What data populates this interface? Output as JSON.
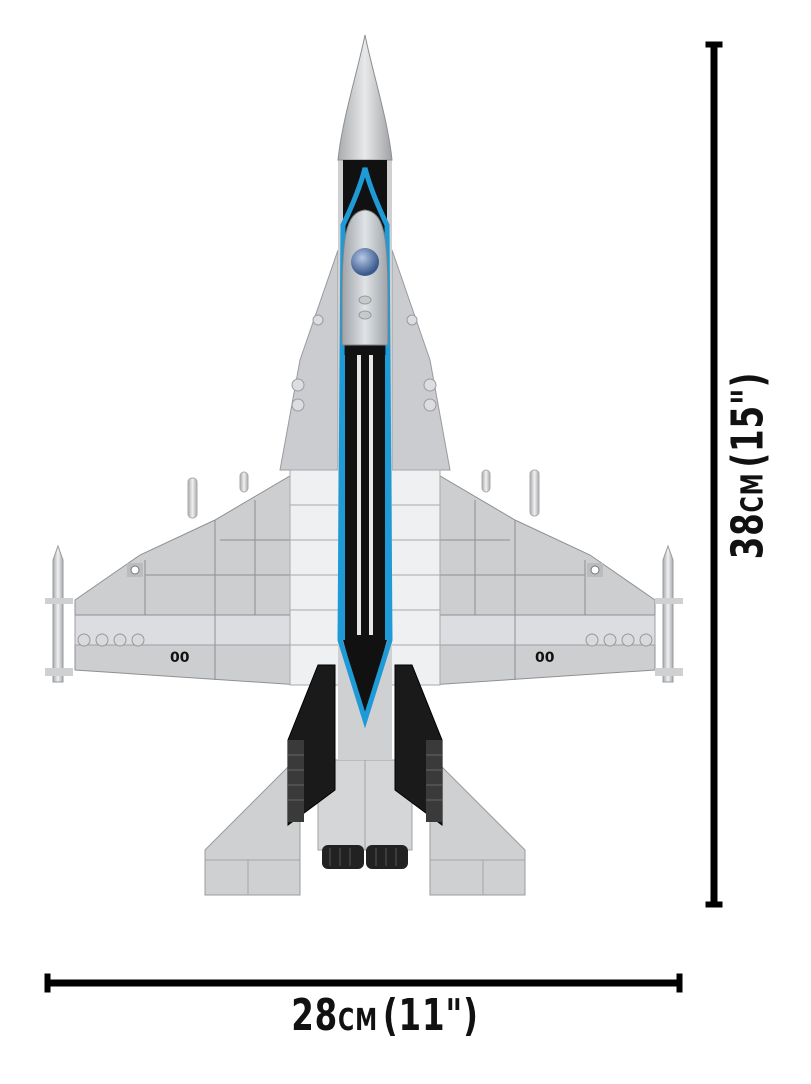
{
  "product": {
    "subject": "brick-built fighter jet model, top view",
    "wing_markings": [
      "00",
      "00"
    ]
  },
  "dimensions": {
    "width": {
      "value": "28",
      "unit": "CM",
      "imperial": "(11\")"
    },
    "height": {
      "value": "38",
      "unit": "CM",
      "imperial": "(15\")"
    }
  },
  "colors": {
    "background": "#ffffff",
    "body_gray": "#c9cacc",
    "panel_light": "#e4e5e7",
    "accent_blue": "#1e9ad6",
    "black": "#111111",
    "dimension_line": "#000000"
  }
}
